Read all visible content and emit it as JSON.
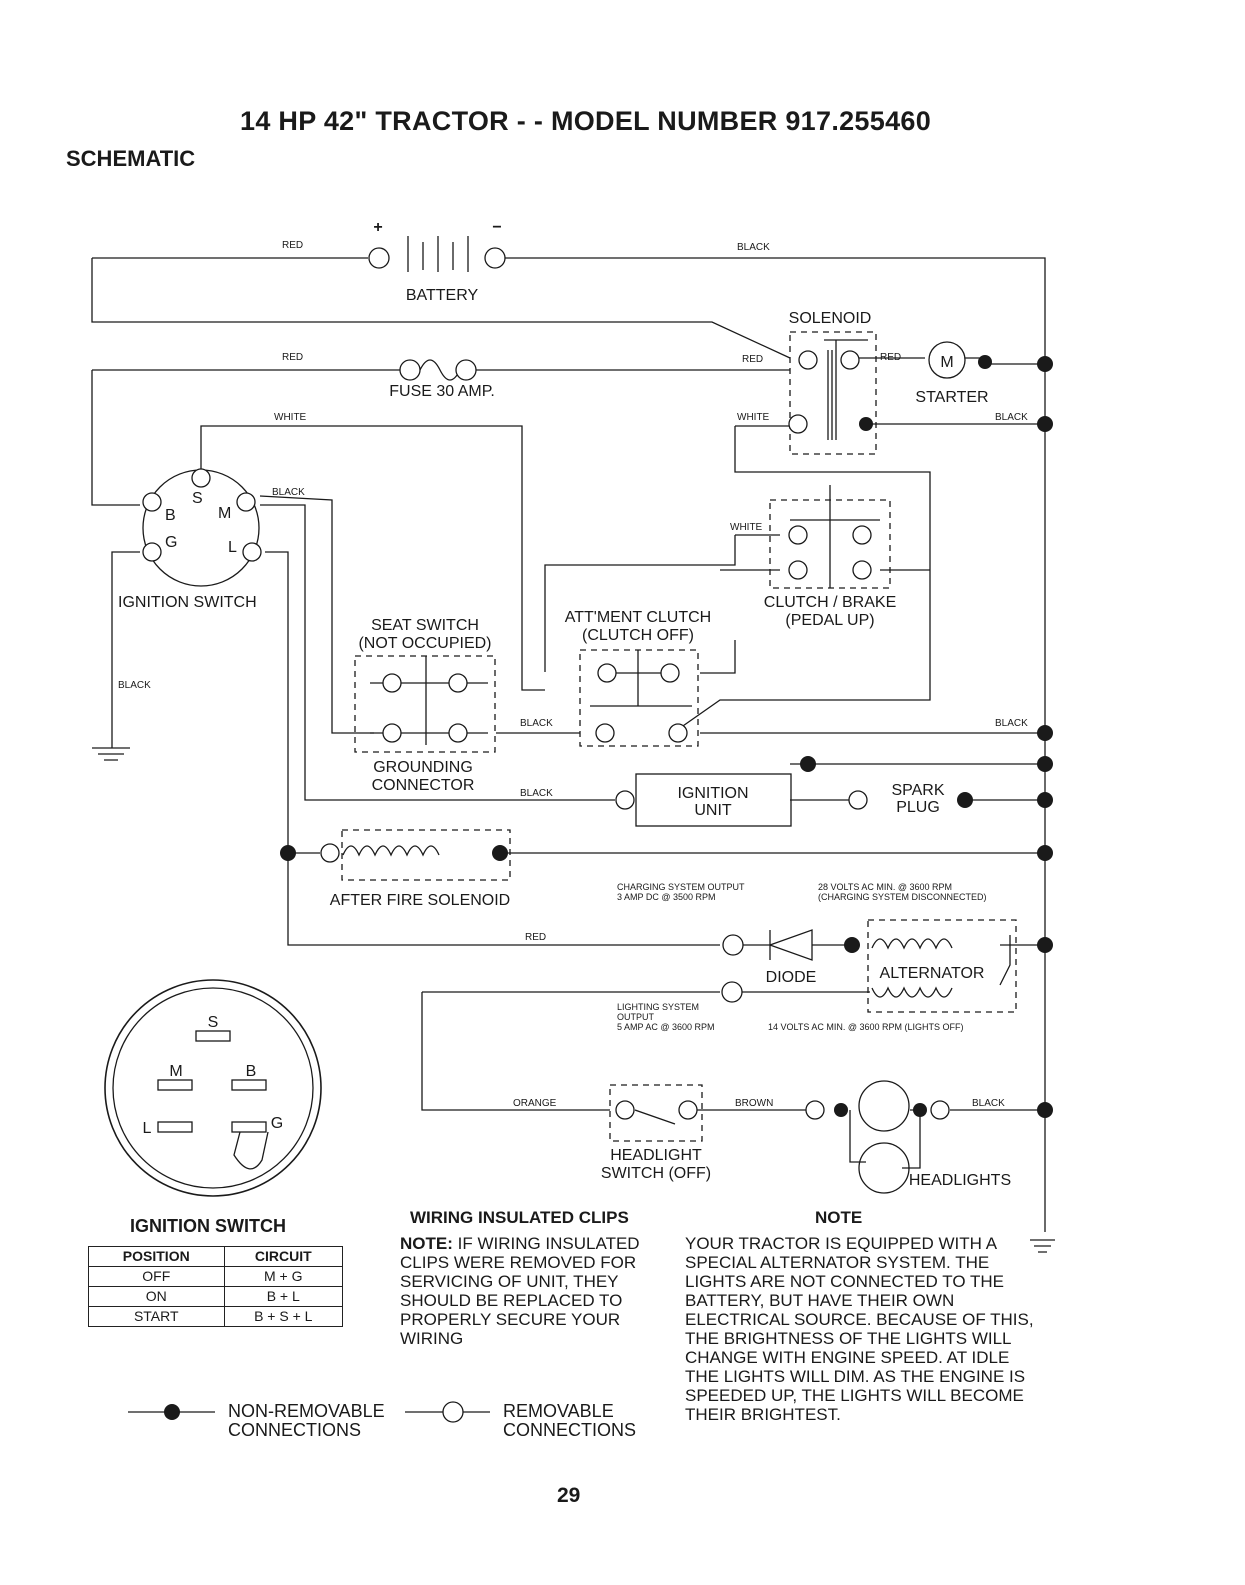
{
  "header": {
    "title": "14 HP 42\" TRACTOR - - MODEL NUMBER 917.255460",
    "section": "SCHEMATIC"
  },
  "wire_labels": {
    "red": "RED",
    "black": "BLACK",
    "white": "WHITE",
    "orange": "ORANGE",
    "brown": "BROWN"
  },
  "components": {
    "battery": "BATTERY",
    "battery_plus": "+",
    "battery_minus": "−",
    "solenoid": "SOLENOID",
    "fuse": "FUSE 30 AMP.",
    "starter": "STARTER",
    "starter_motor": "M",
    "ignition_switch": "IGNITION SWITCH",
    "terminal_b": "B",
    "terminal_s": "S",
    "terminal_m": "M",
    "terminal_g": "G",
    "terminal_l": "L",
    "seat_switch_1": "SEAT SWITCH",
    "seat_switch_2": "(NOT OCCUPIED)",
    "attment_clutch_1": "ATT'MENT CLUTCH",
    "attment_clutch_2": "(CLUTCH OFF)",
    "clutch_brake_1": "CLUTCH / BRAKE",
    "clutch_brake_2": "(PEDAL UP)",
    "grounding_1": "GROUNDING",
    "grounding_2": "CONNECTOR",
    "ignition_unit_1": "IGNITION",
    "ignition_unit_2": "UNIT",
    "spark_plug_1": "SPARK",
    "spark_plug_2": "PLUG",
    "after_fire": "AFTER FIRE SOLENOID",
    "diode": "DIODE",
    "alternator": "ALTERNATOR",
    "headlight_switch_1": "HEADLIGHT",
    "headlight_switch_2": "SWITCH (OFF)",
    "headlights": "HEADLIGHTS"
  },
  "specs": {
    "charging_1": "CHARGING SYSTEM OUTPUT",
    "charging_2": "3 AMP DC @ 3500 RPM",
    "volts28_1": "28 VOLTS AC MIN. @ 3600 RPM",
    "volts28_2": "(CHARGING SYSTEM DISCONNECTED)",
    "lighting_1": "LIGHTING SYSTEM",
    "lighting_2": "OUTPUT",
    "lighting_3": "5 AMP AC @ 3600 RPM",
    "volts14": "14 VOLTS AC MIN. @ 3600 RPM (LIGHTS OFF)"
  },
  "switch_face": {
    "s": "S",
    "m": "M",
    "b": "B",
    "l": "L",
    "g": "G"
  },
  "ignition_table": {
    "title": "IGNITION SWITCH",
    "headers": [
      "POSITION",
      "CIRCUIT"
    ],
    "rows": [
      [
        "OFF",
        "M + G"
      ],
      [
        "ON",
        "B + L"
      ],
      [
        "START",
        "B + S + L"
      ]
    ]
  },
  "clips": {
    "heading": "WIRING INSULATED CLIPS",
    "note_label": "NOTE:",
    "body": " IF WIRING INSULATED CLIPS WERE REMOVED FOR SERVICING OF UNIT, THEY SHOULD BE REPLACED TO PROPERLY SECURE YOUR WIRING"
  },
  "note": {
    "heading": "NOTE",
    "body": "YOUR TRACTOR IS EQUIPPED WITH A SPECIAL ALTERNATOR SYSTEM. THE LIGHTS ARE NOT CONNECTED TO  THE BATTERY, BUT HAVE THEIR OWN ELECTRICAL SOURCE. BECAUSE OF THIS, THE BRIGHTNESS OF THE LIGHTS WILL CHANGE WITH ENGINE SPEED.  AT IDLE THE LIGHTS WILL DIM.  AS THE ENGINE IS SPEEDED UP, THE LIGHTS WILL BECOME THEIR BRIGHTEST."
  },
  "legend": {
    "non_removable_1": "NON-REMOVABLE",
    "non_removable_2": "CONNECTIONS",
    "removable_1": "REMOVABLE",
    "removable_2": "CONNECTIONS"
  },
  "page_number": "29"
}
